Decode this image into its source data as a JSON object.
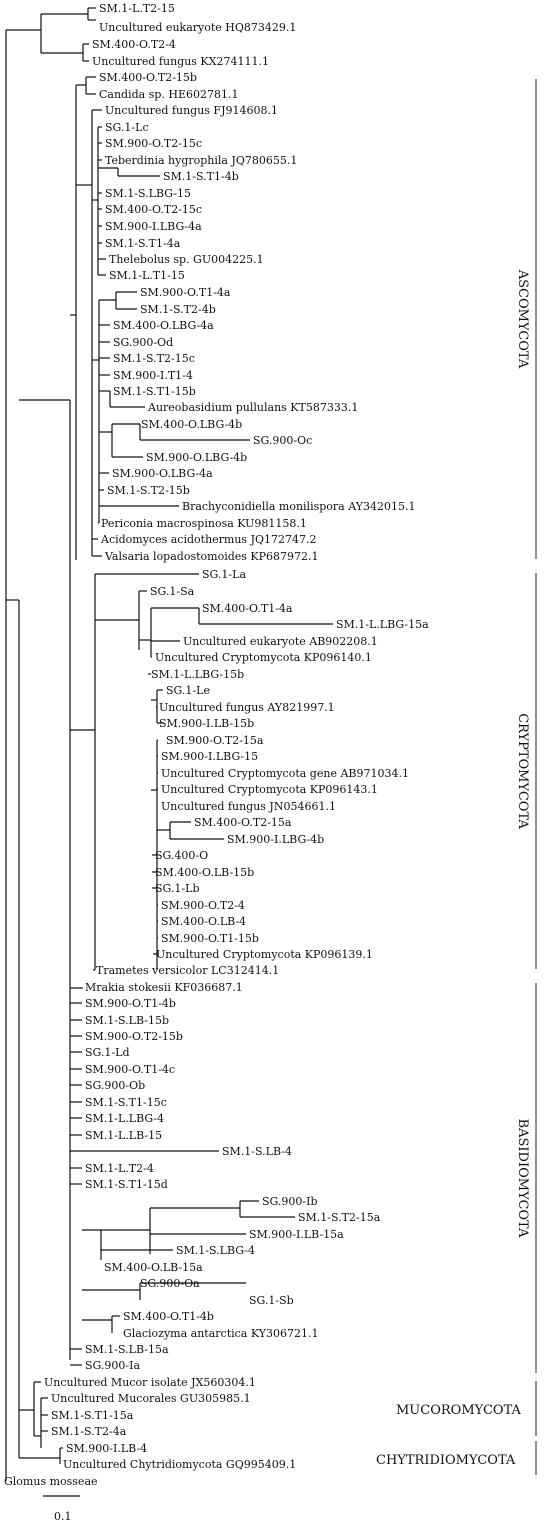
{
  "leaves": [
    {
      "label": "SM.1-L.T2-15"
    },
    {
      "label": "Uncultured eukaryote  HQ873429.1"
    },
    {
      "label": "SM.400-O.T2-4"
    },
    {
      "label": "Uncultured fungus  KX274111.1"
    },
    {
      "label": "SM.400-O.T2-15b"
    },
    {
      "label": "Candida sp.  HE602781.1"
    },
    {
      "label": "Uncultured fungus  FJ914608.1"
    },
    {
      "label": "SG.1-Lc"
    },
    {
      "label": "SM.900-O.T2-15c"
    },
    {
      "label": "Teberdinia hygrophila  JQ780655.1"
    },
    {
      "label": "SM.1-S.T1-4b"
    },
    {
      "label": "SM.1-S.LBG-15"
    },
    {
      "label": "SM.400-O.T2-15c"
    },
    {
      "label": "SM.900-I.LBG-4a"
    },
    {
      "label": "SM.1-S.T1-4a"
    },
    {
      "label": "Thelebolus sp.  GU004225.1"
    },
    {
      "label": "SM.1-L.T1-15"
    },
    {
      "label": "SM.900-O.T1-4a"
    },
    {
      "label": "SM.1-S.T2-4b"
    },
    {
      "label": "SM.400-O.LBG-4a"
    },
    {
      "label": "SG.900-Od"
    },
    {
      "label": "SM.1-S.T2-15c"
    },
    {
      "label": "SM.900-I.T1-4"
    },
    {
      "label": "SM.1-S.T1-15b"
    },
    {
      "label": "Aureobasidium pullulans  KT587333.1"
    },
    {
      "label": "SM.400-O.LBG-4b"
    },
    {
      "label": "SG.900-Oc"
    },
    {
      "label": "SM.900-O.LBG-4b"
    },
    {
      "label": "SM.900-O.LBG-4a"
    },
    {
      "label": "SM.1-S.T2-15b"
    },
    {
      "label": "Brachyconidiella monilispora  AY342015.1"
    },
    {
      "label": "Periconia macrospinosa  KU981158.1"
    },
    {
      "label": "Acidomyces acidothermus  JQ172747.2"
    },
    {
      "label": "Valsaria lopadostomoides  KP687972.1"
    },
    {
      "label": "SG.1-La"
    },
    {
      "label": "SG.1-Sa"
    },
    {
      "label": "SM.400-O.T1-4a"
    },
    {
      "label": "SM.1-L.LBG-15a"
    },
    {
      "label": "Uncultured eukaryote  AB902208.1"
    },
    {
      "label": "Uncultured Cryptomycota  KP096140.1"
    },
    {
      "label": "SM.1-L.LBG-15b"
    },
    {
      "label": "SG.1-Le"
    },
    {
      "label": "Uncultured fungus  AY821997.1"
    },
    {
      "label": "SM.900-I.LB-15b"
    },
    {
      "label": "SM.900-O.T2-15a"
    },
    {
      "label": "SM.900-I.LBG-15"
    },
    {
      "label": "Uncultured Cryptomycota gene  AB971034.1"
    },
    {
      "label": "Uncultured Cryptomycota  KP096143.1"
    },
    {
      "label": "Uncultured fungus  JN054661.1"
    },
    {
      "label": "SM.400-O.T2-15a"
    },
    {
      "label": "SM.900-I.LBG-4b"
    },
    {
      "label": "SG.400-O"
    },
    {
      "label": "SM.400-O.LB-15b"
    },
    {
      "label": "SG.1-Lb"
    },
    {
      "label": "SM.900-O.T2-4"
    },
    {
      "label": "SM.400-O.LB-4"
    },
    {
      "label": "SM.900-O.T1-15b"
    },
    {
      "label": "Uncultured Cryptomycota  KP096139.1"
    },
    {
      "label": "Trametes versicolor  LC312414.1"
    },
    {
      "label": "Mrakia stokesii  KF036687.1"
    },
    {
      "label": "SM.900-O.T1-4b"
    },
    {
      "label": "SM.1-S.LB-15b"
    },
    {
      "label": "SM.900-O.T2-15b"
    },
    {
      "label": "SG.1-Ld"
    },
    {
      "label": "SM.900-O.T1-4c"
    },
    {
      "label": "SG.900-Ob"
    },
    {
      "label": "SM.1-S.T1-15c"
    },
    {
      "label": "SM.1-L.LBG-4"
    },
    {
      "label": "SM.1-L.LB-15"
    },
    {
      "label": "SM.1-S.LB-4"
    },
    {
      "label": "SM.1-L.T2-4"
    },
    {
      "label": "SM.1-S.T1-15d"
    },
    {
      "label": "SG.900-Ib"
    },
    {
      "label": "SM.1-S.T2-15a"
    },
    {
      "label": "SM.900-I.LB-15a"
    },
    {
      "label": "SM.1-S.LBG-4"
    },
    {
      "label": "SM.400-O.LB-15a"
    },
    {
      "label": "SG.900-Oa"
    },
    {
      "label": "SG.1-Sb"
    },
    {
      "label": "SM.400-O.T1-4b"
    },
    {
      "label": "Glaciozyma antarctica  KY306721.1"
    },
    {
      "label": "SM.1-S.LB-15a"
    },
    {
      "label": "SG.900-Ia"
    },
    {
      "label": "Uncultured Mucor isolate  JX560304.1"
    },
    {
      "label": "Uncultured Mucorales  GU305985.1"
    },
    {
      "label": "SM.1-S.T1-15a"
    },
    {
      "label": "SM.1-S.T2-4a"
    },
    {
      "label": "SM.900-I.LB-4"
    },
    {
      "label": "Uncultured Chytridiomycota  GQ995409.1"
    },
    {
      "label": "Glomus mosseae"
    }
  ],
  "groups": [
    {
      "name": "ASCOMYCOTA"
    },
    {
      "name": "CRYPTOMYCOTA"
    },
    {
      "name": "BASIDIOMYCOTA"
    },
    {
      "name": "MUCOROMYCOTA"
    },
    {
      "name": "CHYTRIDIOMYCOTA"
    }
  ],
  "scale_bar": {
    "label": "0.1"
  }
}
